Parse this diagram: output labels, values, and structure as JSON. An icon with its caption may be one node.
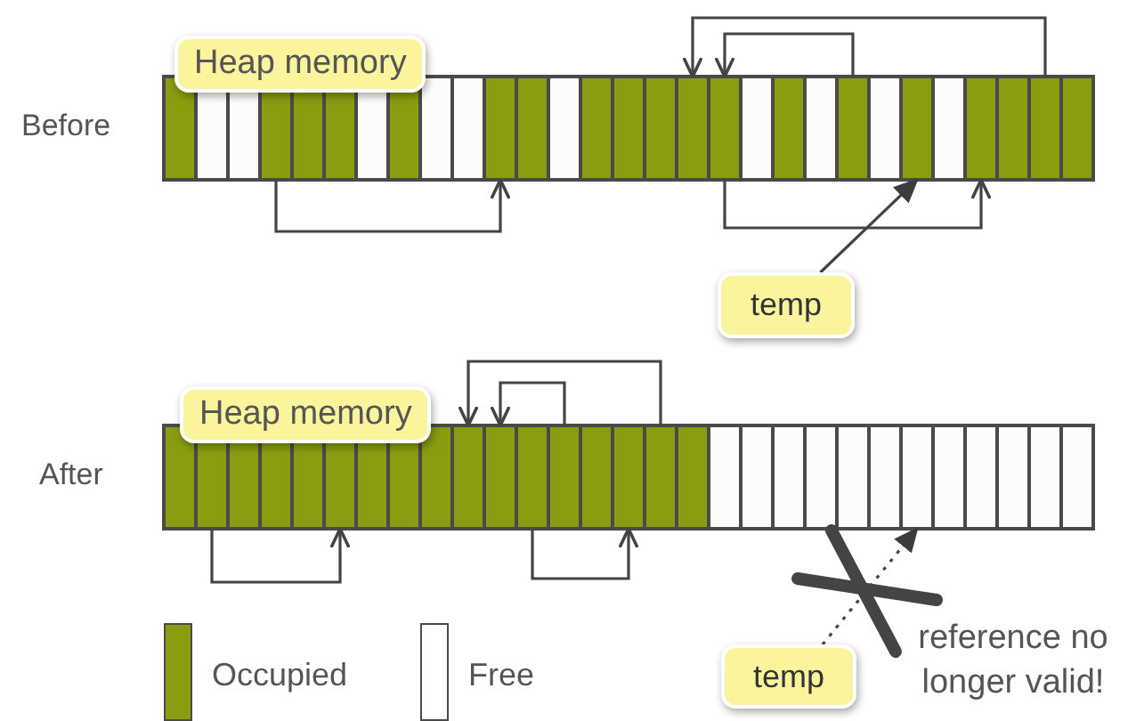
{
  "diagram": {
    "nodes": [
      {
        "text": [
          "Heap memory"
        ],
        "beside": [
          "Before"
        ]
      },
      {
        "text": [],
        "shape": "bar",
        "in": 0
      },
      {
        "text": [],
        "shape": "box",
        "in": 0
      },
      {
        "text": [],
        "shape": "box",
        "in": 0
      },
      {
        "text": [],
        "shape": "bar",
        "in": 0
      },
      {
        "text": [],
        "shape": "bar",
        "in": 0
      },
      {
        "text": [],
        "shape": "bar",
        "in": 0
      },
      {
        "text": [],
        "shape": "box",
        "in": 0
      },
      {
        "text": [],
        "shape": "bar",
        "in": 0
      },
      {
        "text": [],
        "shape": "box",
        "in": 0
      },
      {
        "text": [],
        "shape": "box",
        "in": 0
      },
      {
        "text": [],
        "shape": "bar",
        "in": 0
      },
      {
        "text": [],
        "shape": "bar",
        "in": 0
      },
      {
        "text": [],
        "shape": "box",
        "in": 0
      },
      {
        "text": [],
        "shape": "bar",
        "in": 0
      },
      {
        "text": [],
        "shape": "bar",
        "in": 0
      },
      {
        "text": [],
        "shape": "bar",
        "in": 0
      },
      {
        "text": [],
        "shape": "bar",
        "in": 0
      },
      {
        "text": [],
        "shape": "bar",
        "in": 0
      },
      {
        "text": [],
        "shape": "box",
        "in": 0
      },
      {
        "text": [],
        "shape": "bar",
        "in": 0
      },
      {
        "text": [],
        "shape": "box",
        "in": 0
      },
      {
        "text": [],
        "shape": "bar",
        "in": 0
      },
      {
        "text": [],
        "shape": "box",
        "in": 0
      },
      {
        "text": [],
        "shape": "bar",
        "in": 0
      },
      {
        "text": [],
        "shape": "box",
        "in": 0
      },
      {
        "text": [],
        "shape": "bar",
        "in": 0
      },
      {
        "text": [],
        "shape": "bar",
        "in": 0
      },
      {
        "text": [],
        "shape": "bar",
        "in": 0
      },
      {
        "text": [],
        "shape": "bar",
        "in": 0
      },
      {
        "text": [
          "Heap memory"
        ],
        "beside": [
          "After"
        ]
      },
      {
        "text": [],
        "shape": "bar",
        "in": 30
      },
      {
        "text": [],
        "shape": "bar",
        "in": 30
      },
      {
        "text": [],
        "shape": "bar",
        "in": 30
      },
      {
        "text": [],
        "shape": "bar",
        "in": 30
      },
      {
        "text": [],
        "shape": "bar",
        "in": 30
      },
      {
        "text": [],
        "shape": "bar",
        "in": 30
      },
      {
        "text": [],
        "shape": "bar",
        "in": 30
      },
      {
        "text": [],
        "shape": "bar",
        "in": 30
      },
      {
        "text": [],
        "shape": "bar",
        "in": 30
      },
      {
        "text": [],
        "shape": "bar",
        "in": 30
      },
      {
        "text": [],
        "shape": "bar",
        "in": 30
      },
      {
        "text": [],
        "shape": "bar",
        "in": 30
      },
      {
        "text": [],
        "shape": "bar",
        "in": 30
      },
      {
        "text": [],
        "shape": "bar",
        "in": 30
      },
      {
        "text": [],
        "shape": "bar",
        "in": 30
      },
      {
        "text": [],
        "shape": "bar",
        "in": 30
      },
      {
        "text": [],
        "shape": "bar",
        "in": 30
      },
      {
        "text": [],
        "shape": "box",
        "in": 30
      },
      {
        "text": [],
        "shape": "box",
        "in": 30
      },
      {
        "text": [],
        "shape": "box",
        "in": 30
      },
      {
        "text": [],
        "shape": "box",
        "in": 30
      },
      {
        "text": [],
        "shape": "box",
        "in": 30
      },
      {
        "text": [],
        "shape": "box",
        "in": 30
      },
      {
        "text": [],
        "shape": "box",
        "in": 30
      },
      {
        "text": [],
        "shape": "box",
        "in": 30
      },
      {
        "text": [],
        "shape": "box",
        "in": 30
      },
      {
        "text": [],
        "shape": "box",
        "in": 30
      },
      {
        "text": [],
        "shape": "box",
        "in": 30
      },
      {
        "text": [],
        "shape": "box",
        "in": 30
      },
      {
        "text": [
          "temp"
        ]
      },
      {
        "text": [
          "temp"
        ]
      }
    ],
    "edges": [
      {
        "from": 4,
        "to": 11,
        "arrow": "to"
      },
      {
        "from": 22,
        "to": 18,
        "arrow": "to"
      },
      {
        "from": 28,
        "to": 17,
        "arrow": "to"
      },
      {
        "from": 18,
        "to": 26,
        "arrow": "to"
      },
      {
        "from": 60,
        "to": 24,
        "arrow": "to"
      },
      {
        "from": 46,
        "to": 40,
        "arrow": "to"
      },
      {
        "from": 43,
        "to": 41,
        "arrow": "to"
      },
      {
        "from": 32,
        "to": 36,
        "arrow": "to"
      },
      {
        "from": 42,
        "to": 45,
        "arrow": "to"
      },
      {
        "from": 61,
        "to": 54,
        "arrow": "to",
        "style": "dashed"
      }
    ],
    "labels": [
      "reference no longer valid!"
    ],
    "legend": [
      {
        "text": "Occupied",
        "color": "#8a9c0f"
      },
      {
        "text": "Free",
        "color": "#ffffff"
      }
    ]
  }
}
